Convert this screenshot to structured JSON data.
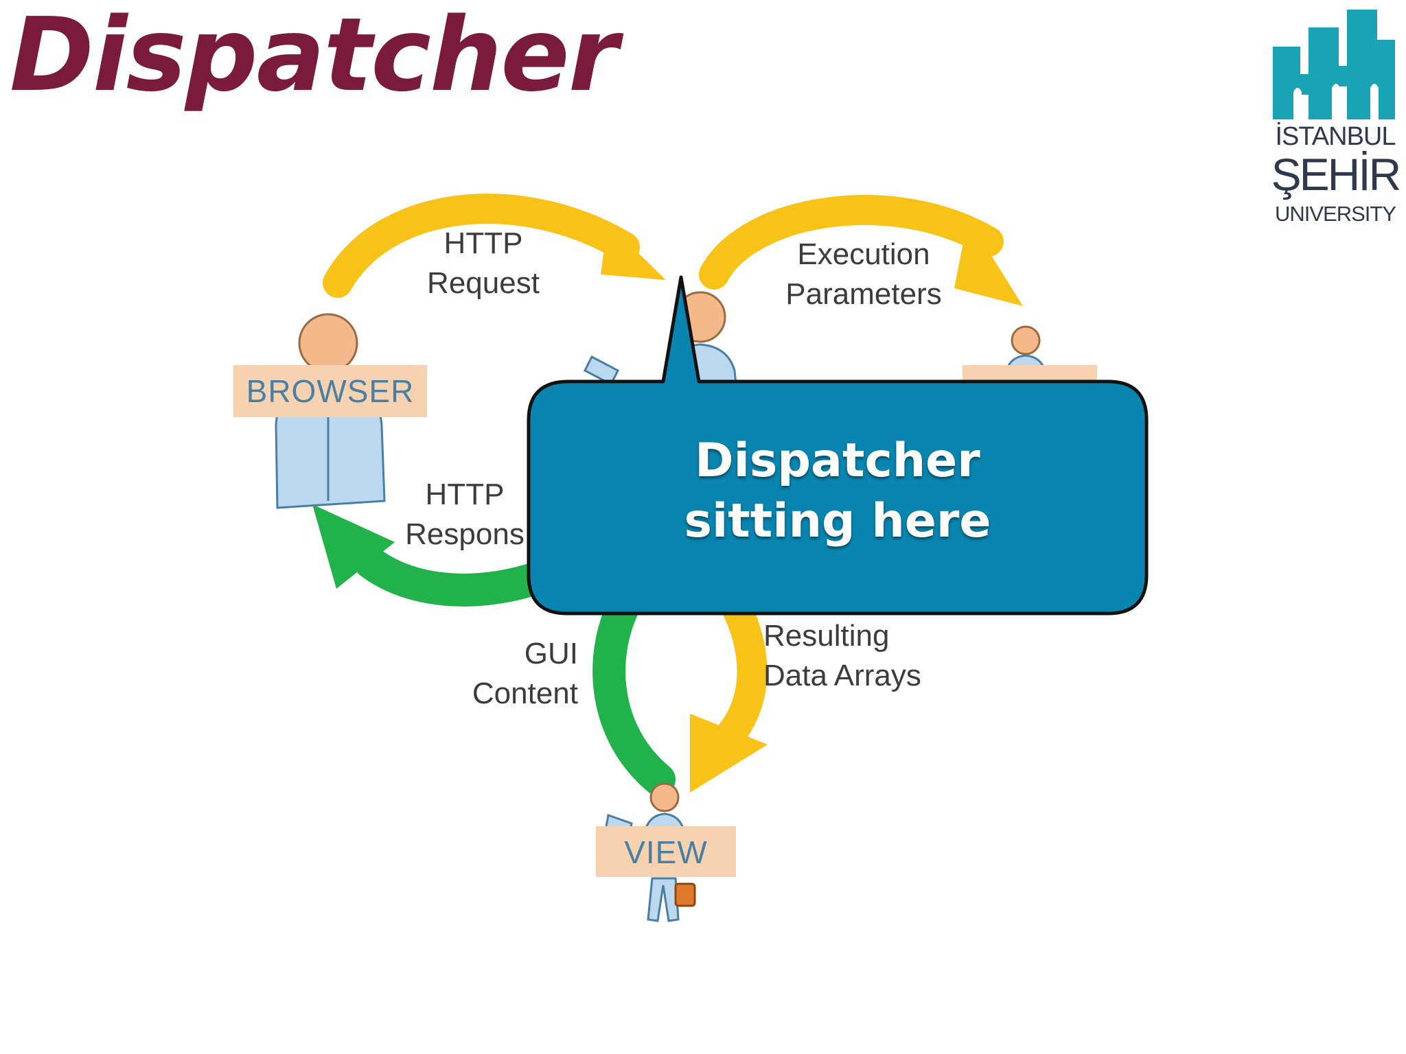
{
  "slide": {
    "title": "Dispatcher"
  },
  "logo": {
    "line1": "İSTANBUL",
    "line2": "ŞEHİR",
    "line3": "UNIVERSITY",
    "color": "#1aa3b4"
  },
  "diagram": {
    "arrows": {
      "http_request": [
        "HTTP",
        "Request"
      ],
      "execution_parameters": [
        "Execution",
        "Parameters"
      ],
      "http_response": [
        "HTTP",
        "Respons"
      ],
      "gui_content": [
        "GUI",
        "Content"
      ],
      "resulting_data_arrays": [
        "Resulting",
        "Data Arrays"
      ]
    },
    "roles": {
      "browser": "BROWSER",
      "view": "VIEW"
    },
    "colors": {
      "request_arrow": "#f7c318",
      "response_arrow": "#22b24c",
      "role_box": "#f6d2b0",
      "role_text": "#4a7fa4"
    }
  },
  "callout": {
    "line1": "Dispatcher",
    "line2": "sitting here",
    "fill": "#0a85b0",
    "stroke": "#111111"
  }
}
